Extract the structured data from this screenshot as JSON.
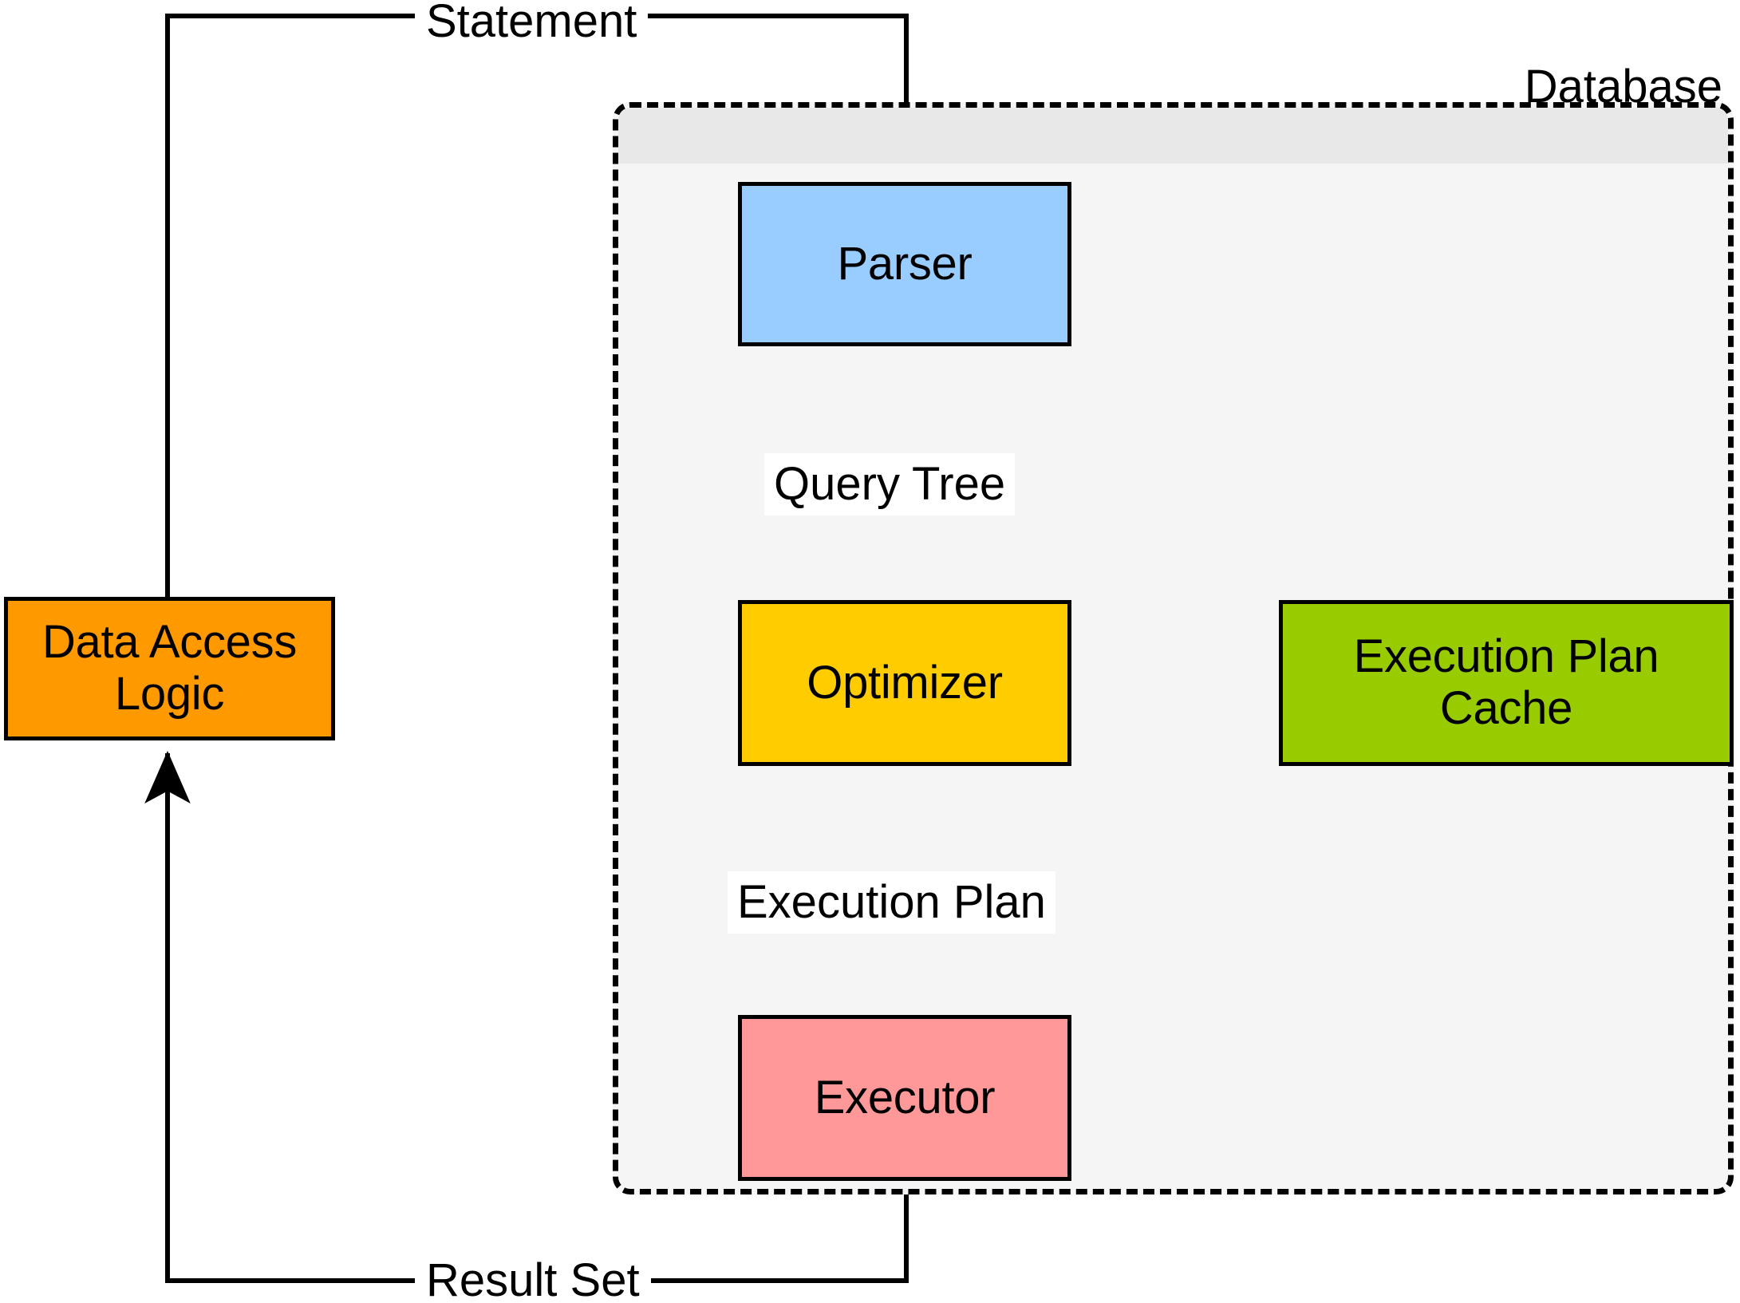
{
  "diagram": {
    "title": "Database query processing flow",
    "background": "#ffffff",
    "container": {
      "label": "Database",
      "border_style": "dashed",
      "border_color": "#000000",
      "fill": "#f5f5f5",
      "header_fill": "#e8e8e8"
    },
    "nodes": [
      {
        "id": "data-access-logic",
        "label": "Data Access\nLogic",
        "color": "#FF9900",
        "inside_container": false
      },
      {
        "id": "parser",
        "label": "Parser",
        "color": "#99CCFF",
        "inside_container": true
      },
      {
        "id": "optimizer",
        "label": "Optimizer",
        "color": "#FFCC00",
        "inside_container": true
      },
      {
        "id": "executor",
        "label": "Executor",
        "color": "#FF9999",
        "inside_container": true
      },
      {
        "id": "execution-plan-cache",
        "label": "Execution Plan\nCache",
        "color": "#99CC00",
        "inside_container": true
      }
    ],
    "edges": [
      {
        "id": "statement",
        "label": "Statement",
        "from": "data-access-logic",
        "to": "parser"
      },
      {
        "id": "query-tree",
        "label": "Query Tree",
        "from": "parser",
        "to": "optimizer"
      },
      {
        "id": "execution-plan",
        "label": "Execution Plan",
        "from": "optimizer",
        "to": "executor"
      },
      {
        "id": "cache-write",
        "label": "",
        "from": "optimizer",
        "to": "execution-plan-cache"
      },
      {
        "id": "result-set",
        "label": "Result Set",
        "from": "executor",
        "to": "data-access-logic"
      }
    ],
    "edge_color": "#000000"
  }
}
